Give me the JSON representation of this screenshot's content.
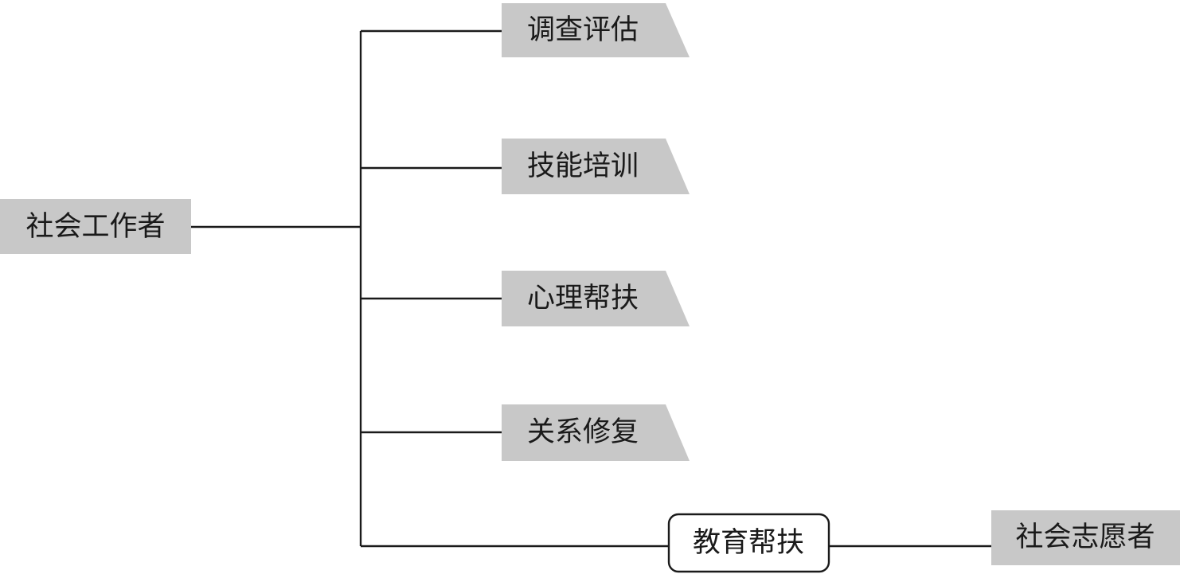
{
  "diagram": {
    "root": {
      "label": "社会工作者"
    },
    "services": [
      {
        "label": "调查评估"
      },
      {
        "label": "技能培训"
      },
      {
        "label": "心理帮扶"
      },
      {
        "label": "关系修复"
      }
    ],
    "education": {
      "label": "教育帮扶"
    },
    "volunteer": {
      "label": "社会志愿者"
    },
    "colors": {
      "box_fill": "#c8c8c8",
      "line": "#1a1a1a",
      "text": "#1a1a1a"
    }
  }
}
